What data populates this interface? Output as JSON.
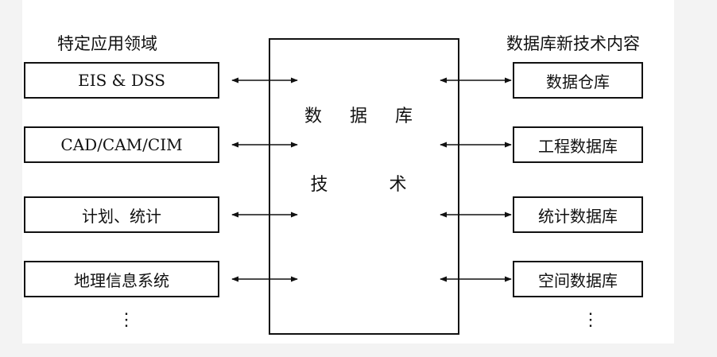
{
  "headings": {
    "left": "特定应用领域",
    "right": "数据库新技术内容"
  },
  "center": {
    "line1": "数 据 库",
    "line2": "技   术"
  },
  "left_items": [
    "EIS & DSS",
    "CAD/CAM/CIM",
    "计划、统计",
    "地理信息系统"
  ],
  "right_items": [
    "数据仓库",
    "工程数据库",
    "统计数据库",
    "空间数据库"
  ],
  "continuation": {
    "left": "⋮",
    "right": "⋮"
  }
}
